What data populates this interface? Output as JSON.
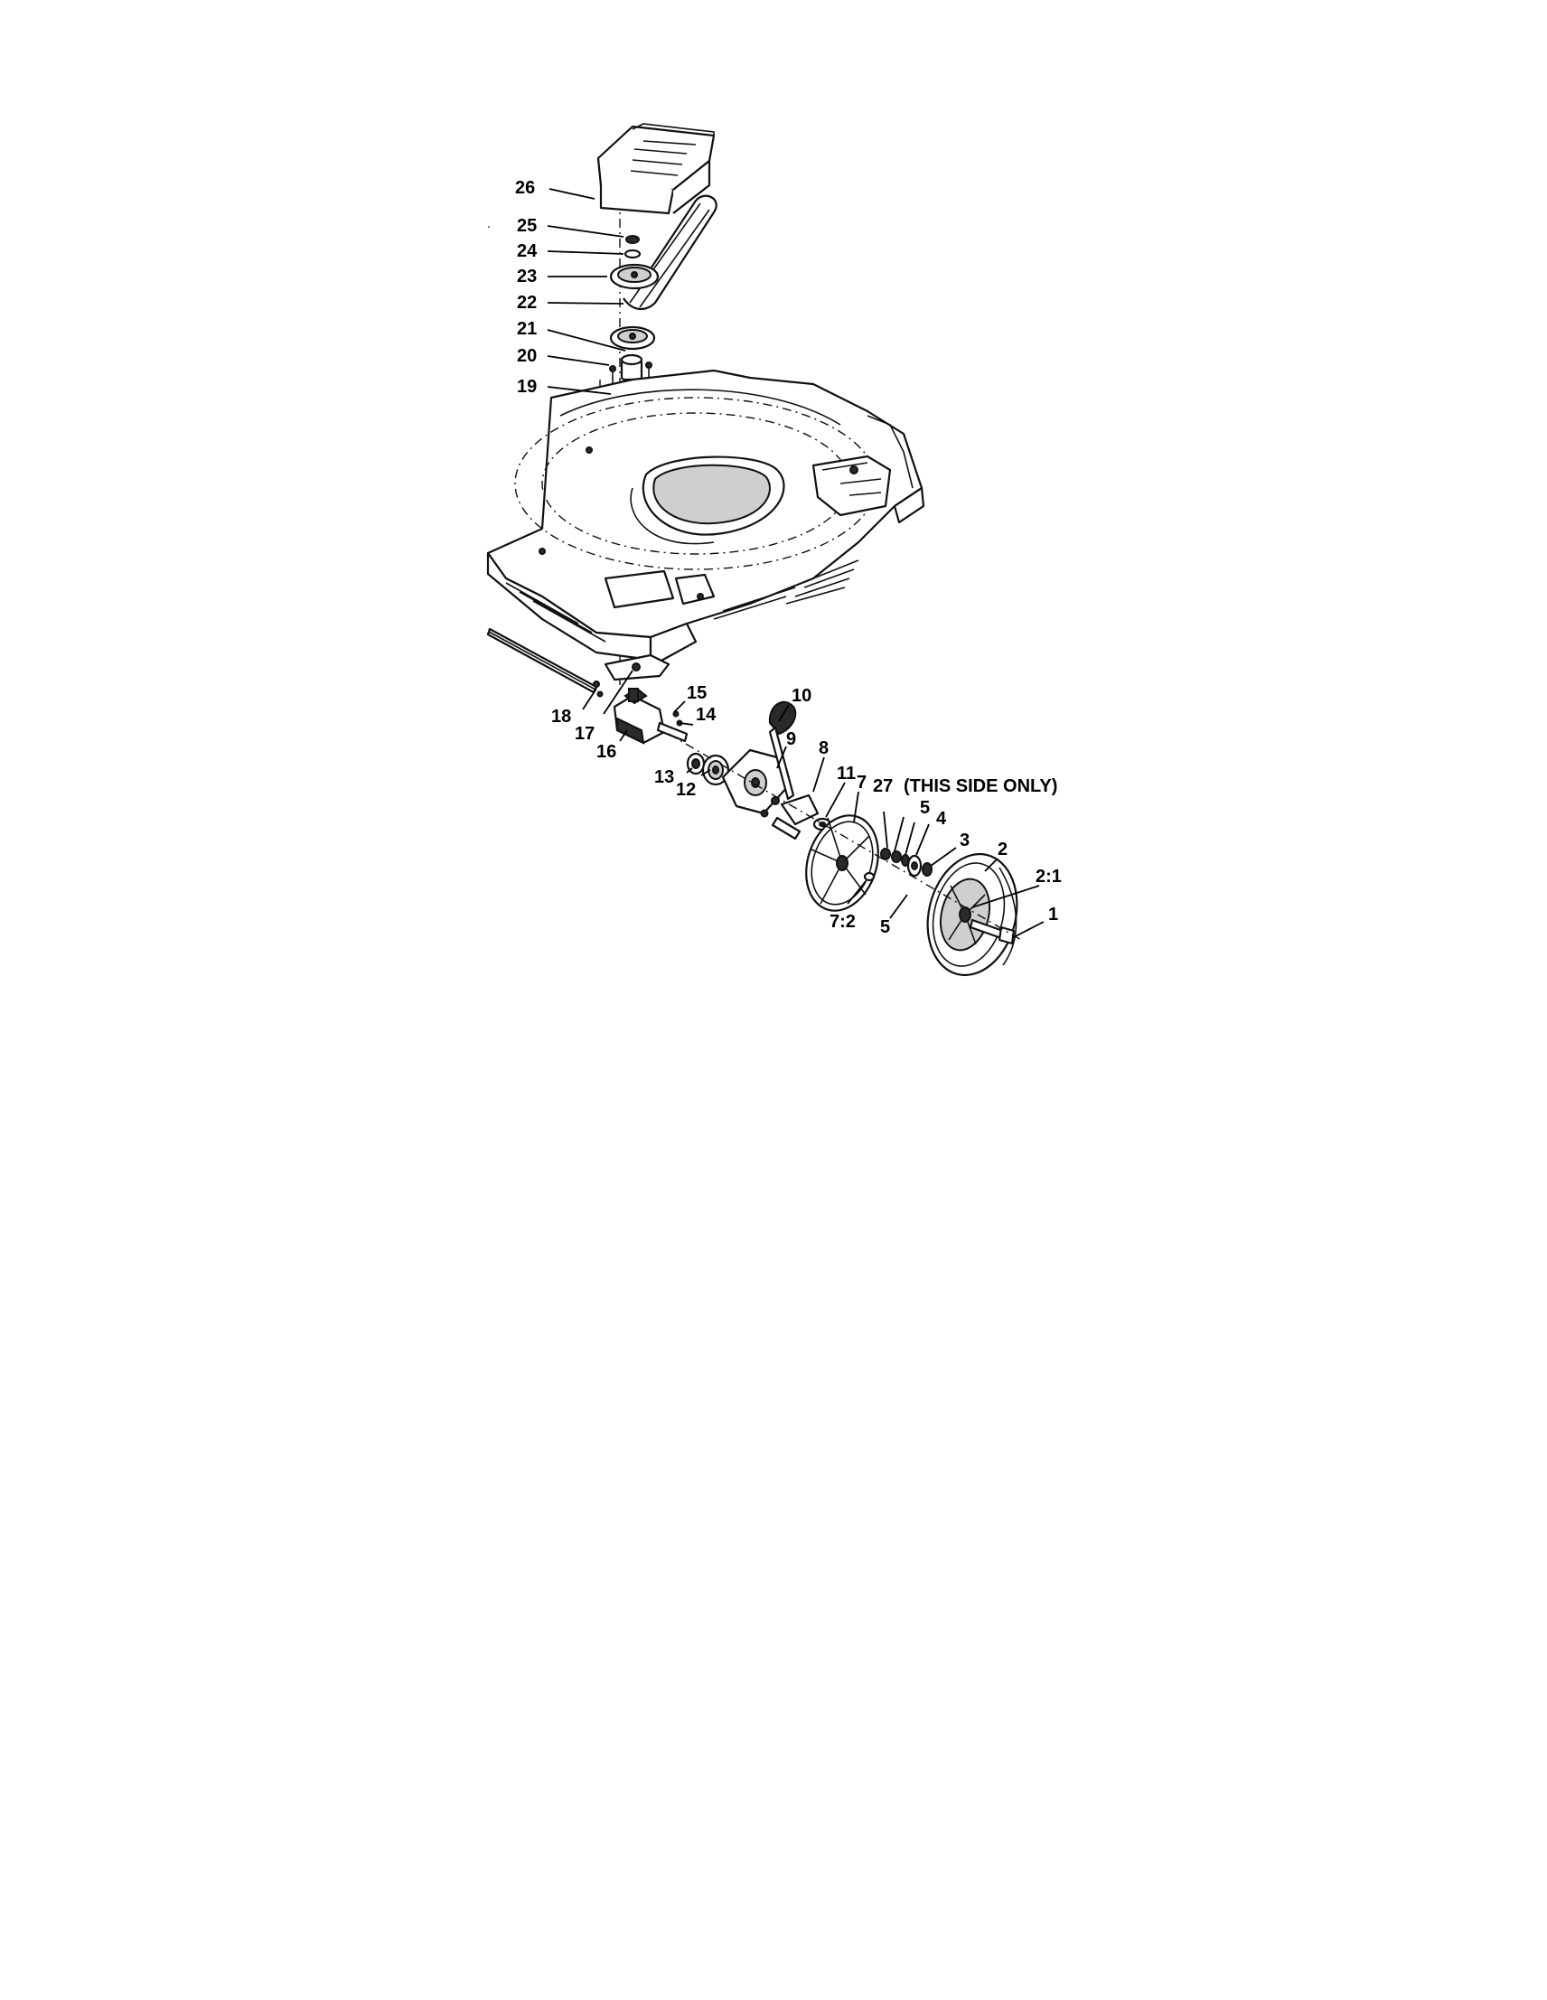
{
  "callouts": {
    "c1": "1",
    "c2": "2",
    "c2_1": "2:1",
    "c3": "3",
    "c4": "4",
    "c5a": "5",
    "c5b": "5",
    "c7": "7",
    "c7_2": "7:2",
    "c8": "8",
    "c9": "9",
    "c10": "10",
    "c11": "11",
    "c12": "12",
    "c13": "13",
    "c14": "14",
    "c15": "15",
    "c16": "16",
    "c17": "17",
    "c18": "18",
    "c19": "19",
    "c20": "20",
    "c21": "21",
    "c22": "22",
    "c23": "23",
    "c24": "24",
    "c25": "25",
    "c26": "26",
    "c27": "27"
  },
  "note_text": "(THIS SIDE ONLY)"
}
